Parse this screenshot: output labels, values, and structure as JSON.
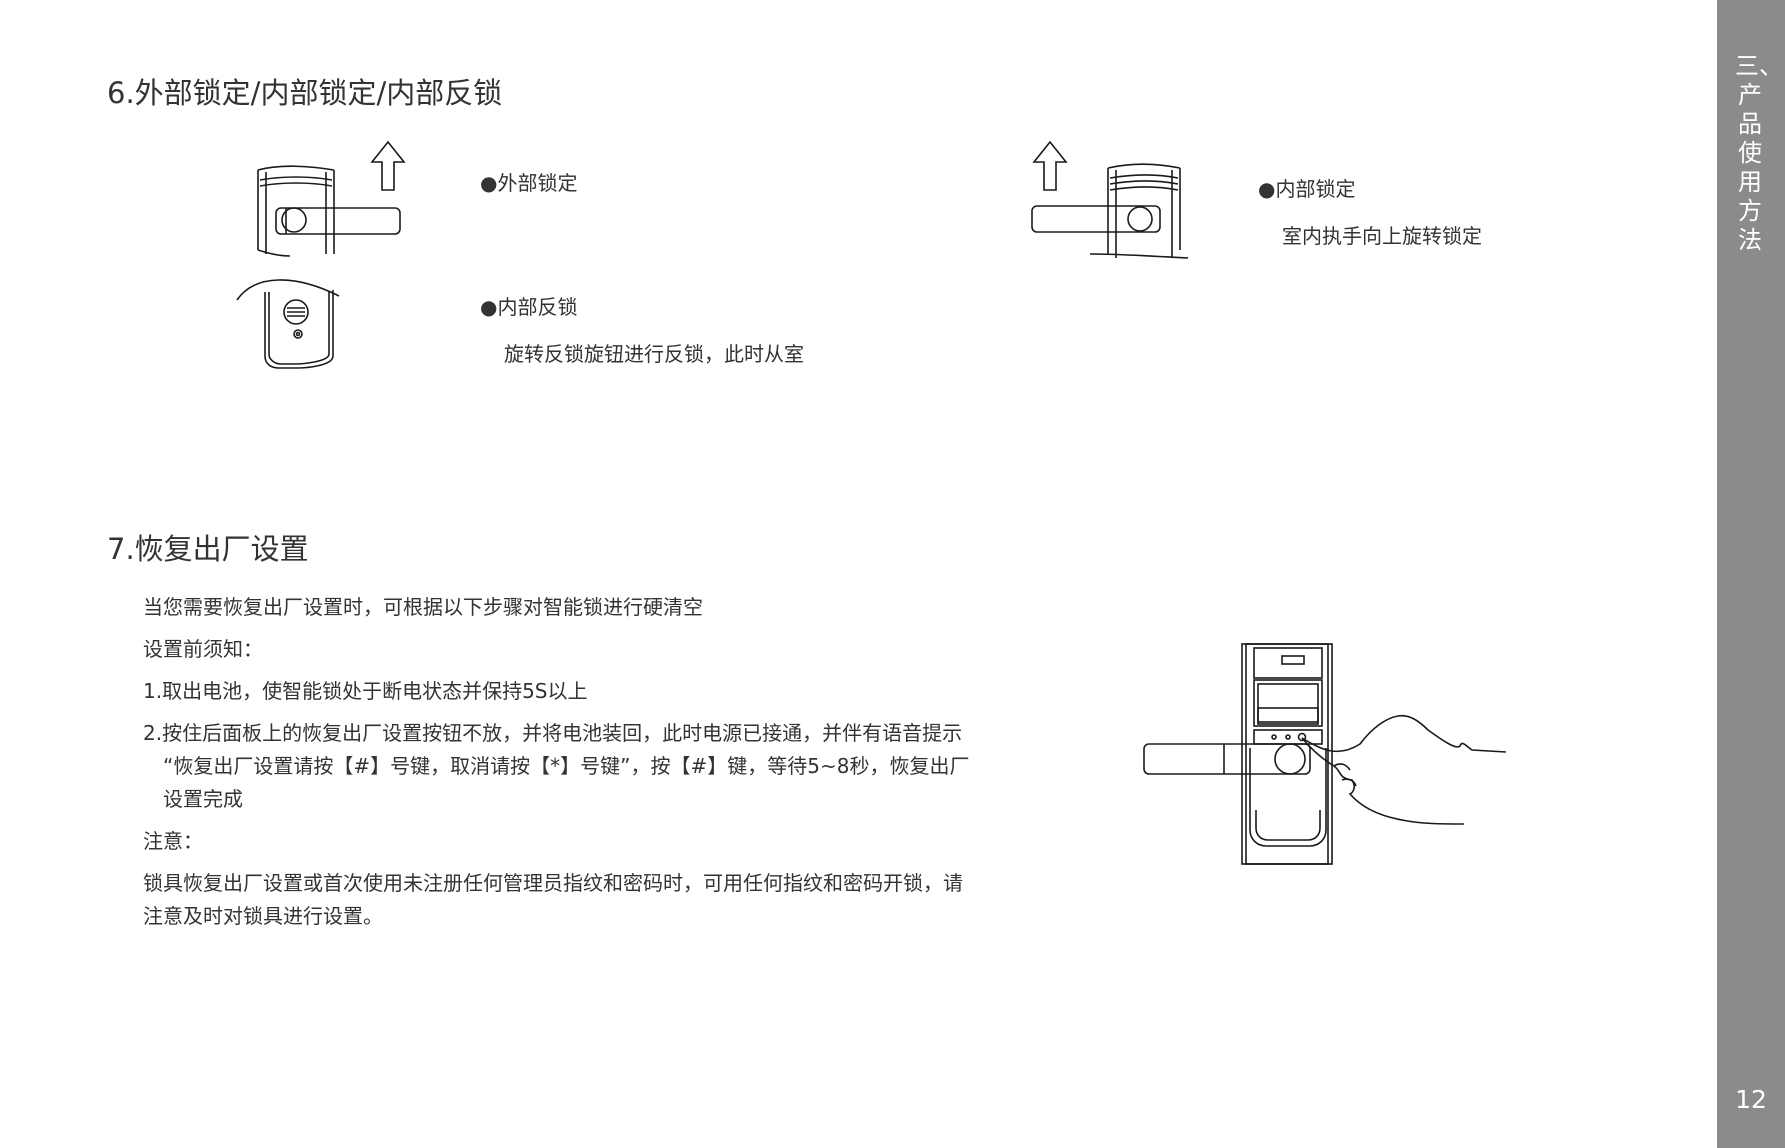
{
  "section6": {
    "heading": "6.外部锁定/内部锁定/内部反锁",
    "external_lock": {
      "label": "●外部锁定"
    },
    "inner_lock": {
      "label": "●内部锁定",
      "desc": "室内执手向上旋转锁定"
    },
    "inner_deadlock": {
      "label": "●内部反锁",
      "desc": "旋转反锁旋钮进行反锁，此时从室"
    }
  },
  "section7": {
    "heading": "7.恢复出厂设置",
    "intro": "当您需要恢复出厂设置时，可根据以下步骤对智能锁进行硬清空",
    "prereq_label": "设置前须知：",
    "step1": "1.取出电池，使智能锁处于断电状态并保持5S以上",
    "step2_line1": "2.按住后面板上的恢复出厂设置按钮不放，并将电池装回，此时电源已接通，并伴有语音提示",
    "step2_line2": "“恢复出厂设置请按【#】号键，取消请按【*】号键”，按【#】键，等待5~8秒，恢复出厂",
    "step2_line3": "设置完成",
    "note_label": "注意：",
    "note_line1": "锁具恢复出厂设置或首次使用未注册任何管理员指纹和密码时，可用任何指纹和密码开锁，请",
    "note_line2": "注意及时对锁具进行设置。"
  },
  "sidebar": {
    "title": "三、产品使用方法",
    "page_number": "12"
  },
  "colors": {
    "sidebar": "#8a8b8d",
    "text": "#333333",
    "line_art": "#1a1a1a"
  },
  "illustrations": {
    "external_lock": "door-handle-up-arrow-right",
    "inner_lock": "door-handle-up-arrow-left",
    "inner_deadlock": "thumb-turn-knob",
    "factory_reset": "hand-pressing-reset-button"
  }
}
